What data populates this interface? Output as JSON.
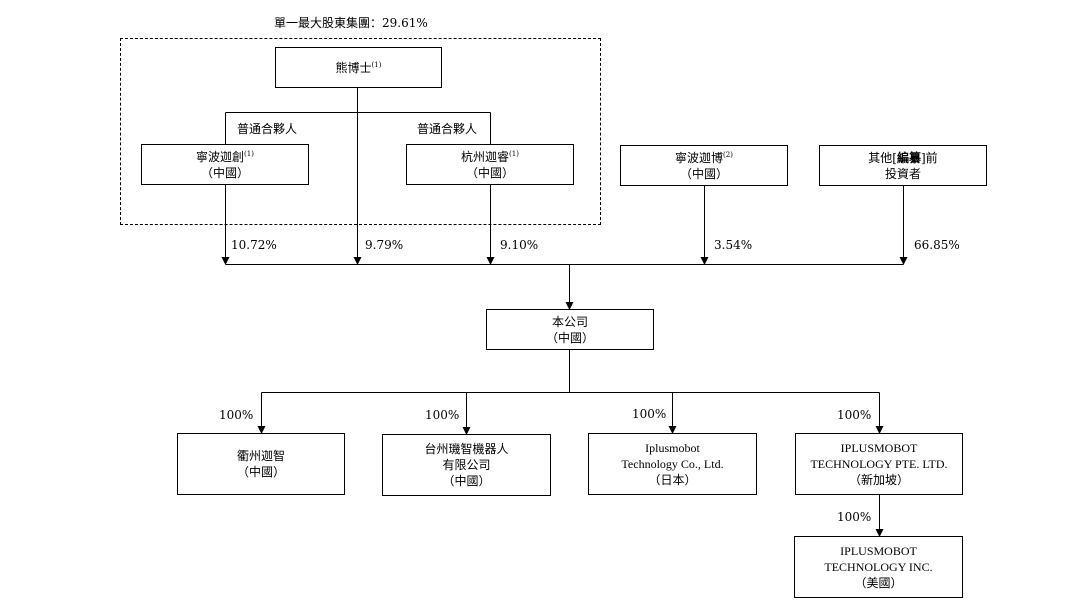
{
  "group_label": "單一最大股東集團：29.61%",
  "general_partner_label": "普通合夥人",
  "entities": {
    "xiong": {
      "name": "熊博士",
      "note": "(1)"
    },
    "ningbo_jiachuang": {
      "name": "寧波迦創",
      "note": "(1)",
      "sub": "（中國）"
    },
    "hangzhou_jiarui": {
      "name": "杭州迦睿",
      "note": "(1)",
      "sub": "（中國）"
    },
    "ningbo_jiabo": {
      "name": "寧波迦博",
      "note": "(2)",
      "sub": "（中國）"
    },
    "other_investors": {
      "line1_pre": "其他[",
      "line1_bold": "編纂",
      "line1_post": "]前",
      "line2": "投資者"
    },
    "company": {
      "name": "本公司",
      "sub": "（中國）"
    },
    "quzhou": {
      "name": "衢州迦智",
      "sub": "（中國）"
    },
    "taizhou": {
      "line1": "台州璣智機器人",
      "line2": "有限公司",
      "sub": "（中國）"
    },
    "japan": {
      "line1": "Iplusmobot",
      "line2": "Technology Co., Ltd.",
      "sub": "（日本）"
    },
    "singapore": {
      "line1": "IPLUSMOBOT",
      "line2": "TECHNOLOGY PTE. LTD.",
      "sub": "（新加坡）"
    },
    "usa": {
      "line1": "IPLUSMOBOT",
      "line2": "TECHNOLOGY INC.",
      "sub": "（美國）"
    }
  },
  "percentages": {
    "ningbo_jiachuang": "10.72%",
    "xiong": "9.79%",
    "hangzhou_jiarui": "9.10%",
    "ningbo_jiabo": "3.54%",
    "other_investors": "66.85%",
    "quzhou": "100%",
    "taizhou": "100%",
    "japan": "100%",
    "singapore": "100%",
    "usa": "100%"
  }
}
